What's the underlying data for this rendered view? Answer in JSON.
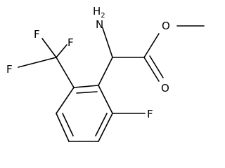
{
  "molecule": {
    "atoms": {
      "nh2_n": "N",
      "nh2_h": "H",
      "nh2_count": "2",
      "ester_o": "O",
      "carbonyl_o": "O",
      "ring_f": "F",
      "cf3_f1": "F",
      "cf3_f2": "F",
      "cf3_f3": "F"
    }
  }
}
